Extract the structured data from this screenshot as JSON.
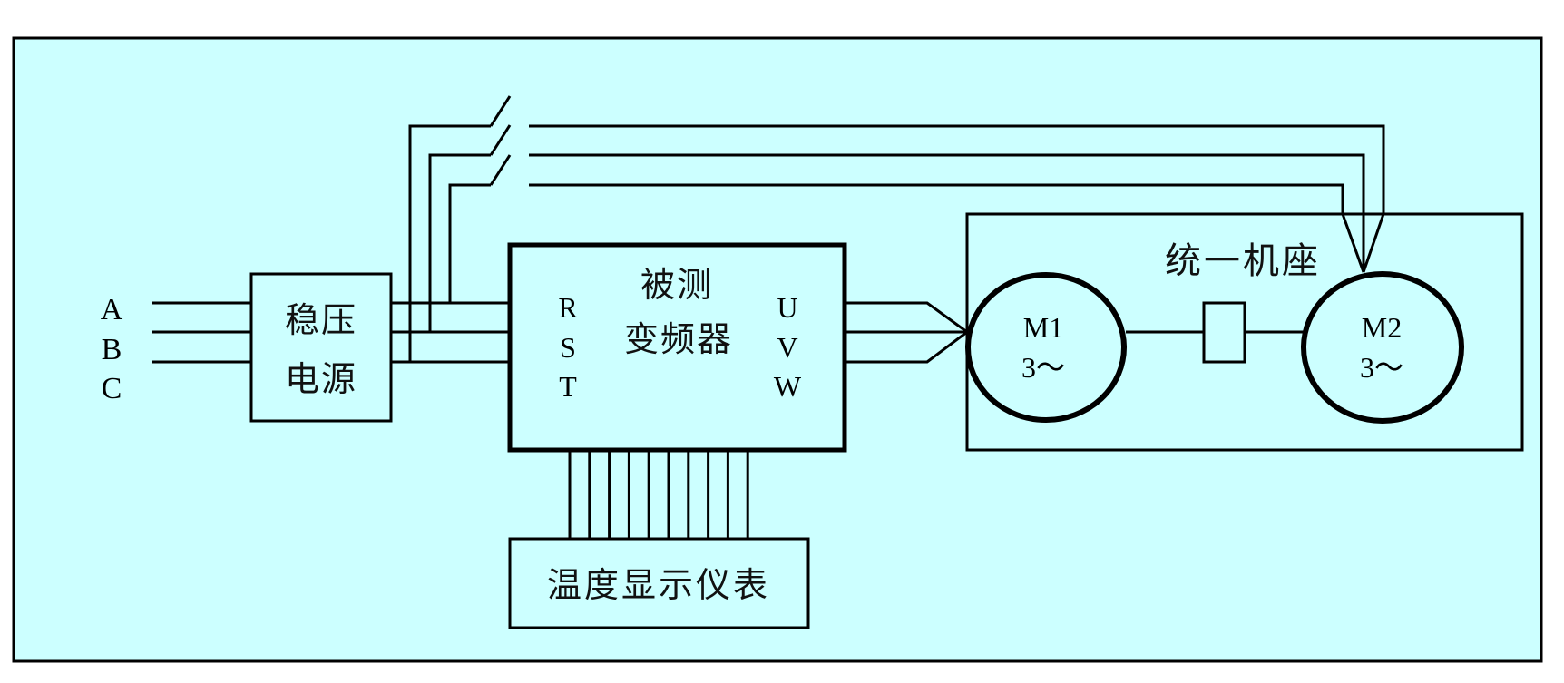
{
  "diagram": {
    "title": "Inverter temperature-rise test setup",
    "background_color": "#CCFFFF",
    "line_color": "#000000",
    "supply": {
      "phases": [
        "A",
        "B",
        "C"
      ]
    },
    "stabilizer": {
      "line1": "稳压",
      "line2": "电源"
    },
    "vfd": {
      "line1": "被测",
      "line2": "变频器",
      "inputs": [
        "R",
        "S",
        "T"
      ],
      "outputs": [
        "U",
        "V",
        "W"
      ]
    },
    "temp_display": {
      "label": "温度显示仪表",
      "wire_count": 10
    },
    "bypass_switch": {
      "poles": 3
    },
    "base": {
      "label": "统一机座"
    },
    "motor1": {
      "name": "M1",
      "phase": "3～"
    },
    "motor2": {
      "name": "M2",
      "phase": "3～"
    },
    "coupling": {
      "type": "shaft-coupling"
    }
  }
}
